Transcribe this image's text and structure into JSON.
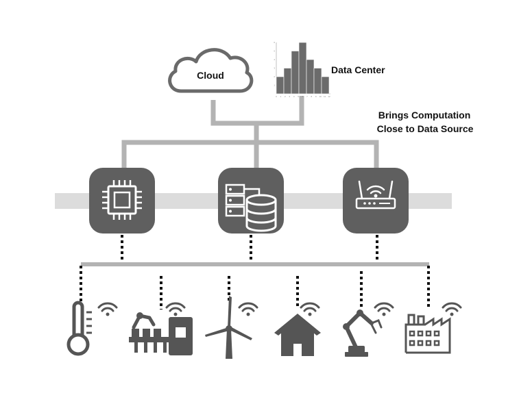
{
  "diagram": {
    "cloud_label": "Cloud",
    "data_center_label": "Data Center",
    "caption_line1": "Brings Computation",
    "caption_line2": "Close to Data Source",
    "histogram_x_ticks": [
      "0",
      "1",
      "2",
      "3",
      "4",
      "5",
      "6",
      "7",
      "8",
      "9",
      "10",
      "11",
      "12"
    ],
    "histogram_y_ticks": [
      "1",
      "2",
      "3",
      "4",
      "5",
      "6"
    ]
  },
  "chart_data": {
    "type": "bar",
    "values": [
      2,
      3,
      5,
      6,
      4,
      3,
      2
    ]
  },
  "colors": {
    "connector": "#b3b3b3",
    "node_fill": "#5f5f5f",
    "band": "#dcdcdc",
    "device": "#555555",
    "dotted": "#111111",
    "bar": "#6b6b6b"
  },
  "icons": {
    "edge_nodes": [
      "cpu-chip-icon",
      "server-database-icon",
      "wifi-router-icon"
    ],
    "devices": [
      "thermometer-icon",
      "assembly-line-icon",
      "wind-turbine-icon",
      "house-icon",
      "robot-arm-icon",
      "factory-icon"
    ],
    "signal": "wifi-signal-icon"
  }
}
